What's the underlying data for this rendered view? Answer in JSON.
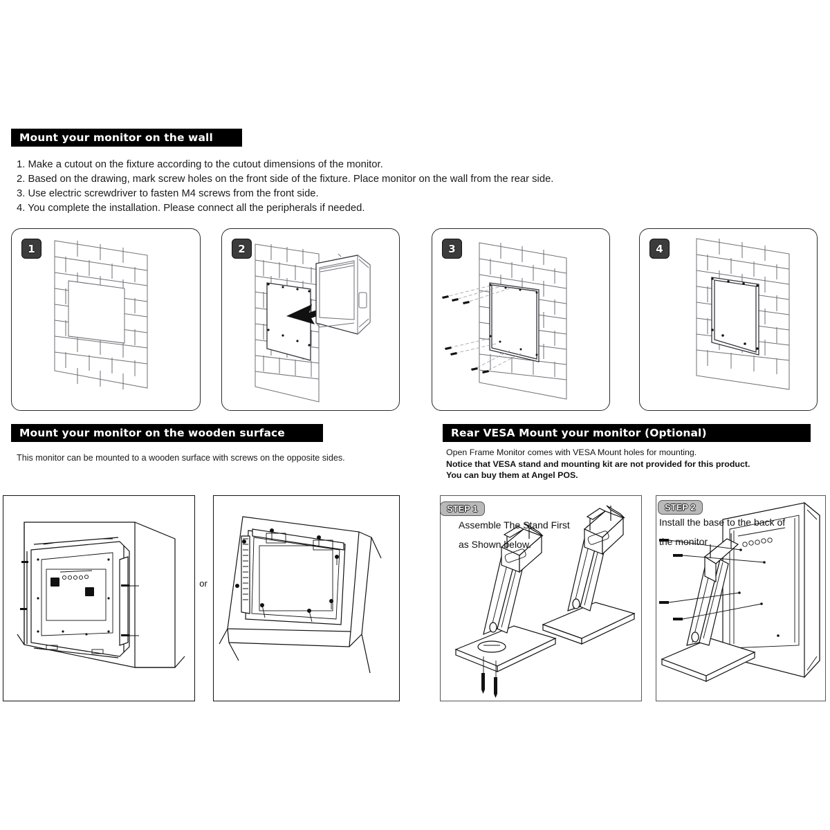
{
  "document": {
    "title": "Monitor Mounting Instructions"
  },
  "sections": {
    "wall": {
      "heading": "Mount your monitor on the wall",
      "instructions": [
        "1. Make a cutout on the fixture according to the cutout dimensions of the monitor.",
        "2. Based on the drawing, mark screw holes on the front side of the fixture. Place monitor on the wall from the rear side.",
        "3. Use electric screwdriver to fasten M4 screws from the front side.",
        "4. You complete the installation. Please connect all the peripherals if needed."
      ],
      "panels": [
        {
          "number": "1",
          "name": "brick-wall-with-cutout"
        },
        {
          "number": "2",
          "name": "monitor-inserted-into-cutout"
        },
        {
          "number": "3",
          "name": "screws-fastened-from-front"
        },
        {
          "number": "4",
          "name": "installation-complete"
        }
      ]
    },
    "wooden": {
      "heading": "Mount your monitor on the wooden surface",
      "note": "This monitor can be mounted to a wooden surface with screws on the opposite sides.",
      "or_label": "or",
      "panels": [
        {
          "name": "monitor-rear-on-wooden-corner"
        },
        {
          "name": "monitor-front-on-wooden-box"
        }
      ]
    },
    "vesa": {
      "heading": "Rear VESA Mount your monitor (Optional)",
      "note_line1": "Open Frame Monitor comes with VESA Mount holes for mounting.",
      "note_line2": "Notice that VESA stand and mounting kit are not provided for this product.",
      "note_line3": "You can buy them at Angel POS.",
      "steps": [
        {
          "badge": "STEP 1",
          "caption_line1": "Assemble The Stand First",
          "caption_line2": "as Shown below.",
          "name": "assemble-stand"
        },
        {
          "badge": "STEP 2",
          "caption_line1": "Install the base to the back of",
          "caption_line2": "the monitor",
          "name": "install-base-to-monitor"
        }
      ]
    }
  },
  "colors": {
    "header_bar_background": "#000000",
    "header_bar_text": "#ffffff",
    "body_text": "#1a1a1a",
    "number_badge_background": "#3c3c3c",
    "step_badge_background": "#b9b9b9",
    "panel_border": "#2a2a2a",
    "drawing_line": "#6e6e76"
  }
}
